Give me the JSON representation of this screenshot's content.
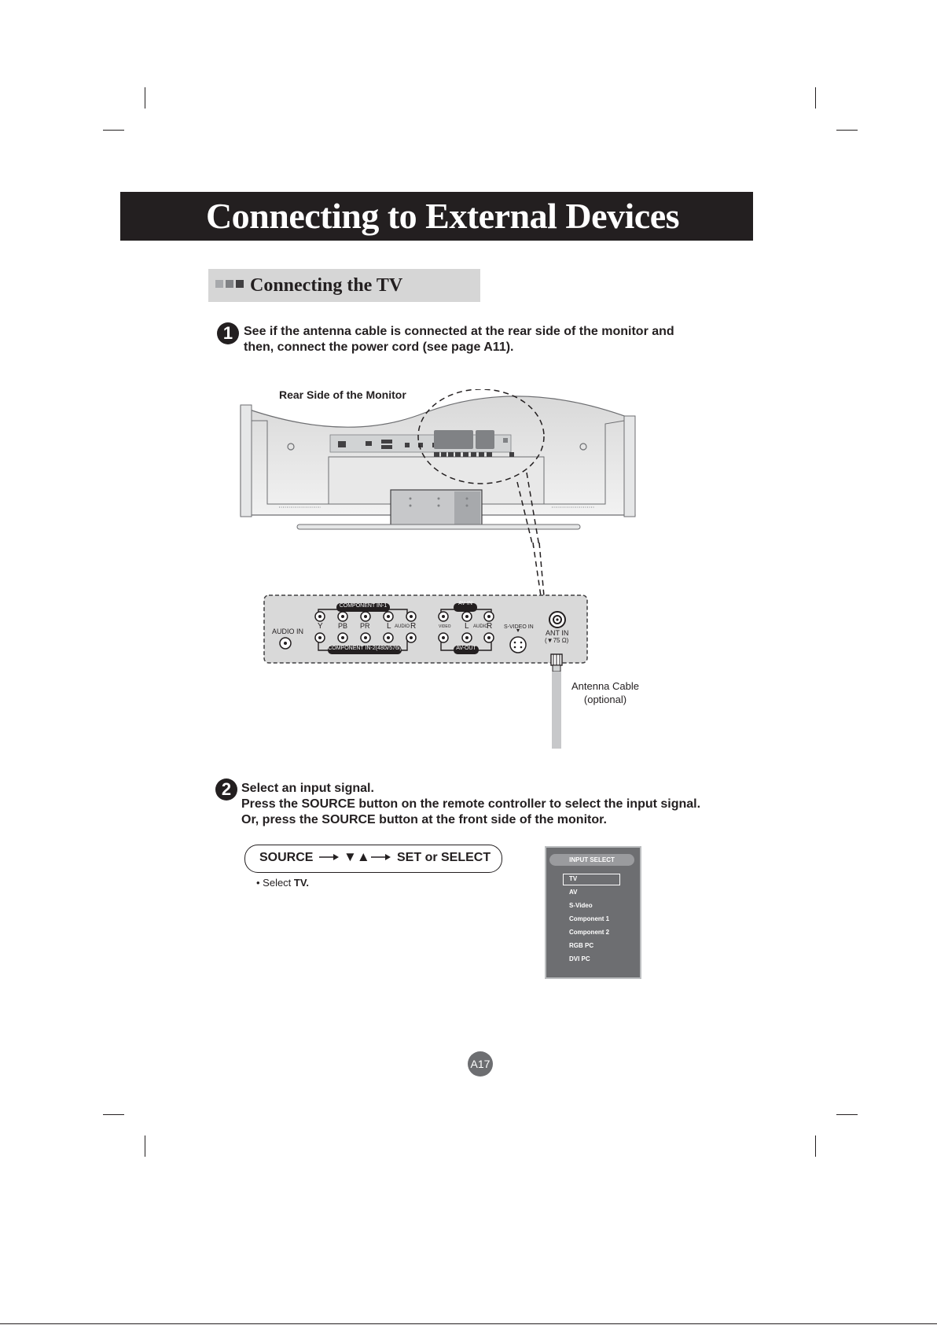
{
  "page_title": "Connecting to External Devices",
  "section_title": "Connecting the TV",
  "step1": {
    "number": "1",
    "line1": "See if the antenna cable is connected at the rear side of the monitor and",
    "line2": "then, connect the power cord (see page A11)."
  },
  "diagram": {
    "rear_label": "Rear Side of the Monitor",
    "panel": {
      "audio_in": "AUDIO IN",
      "component_in_1": "COMPONENT IN-1",
      "component_in_2": "COMPONENT IN-2(480i/576i)",
      "y": "Y",
      "pb": "PB",
      "pr": "PR",
      "l": "L",
      "audio": "AUDIO",
      "r": "R",
      "av_in": "AV-IN",
      "av_out": "AV-OUT",
      "video": "VIDEO",
      "s_video_in": "S-VIDEO IN",
      "ant_in": "ANT IN",
      "ant_ohm": "(▼75 Ω)"
    },
    "antenna_label_1": "Antenna Cable",
    "antenna_label_2": "(optional)"
  },
  "step2": {
    "number": "2",
    "line1": "Select an input signal.",
    "line2": "Press the SOURCE button on the remote controller to select the input signal.",
    "line3": "Or, press the SOURCE button at the front side of the monitor."
  },
  "sequence": {
    "source": "SOURCE",
    "arrows": "▼▲",
    "set": "SET or SELECT"
  },
  "note": {
    "prefix": "• Select",
    "value": "TV."
  },
  "menu": {
    "header": "INPUT SELECT",
    "selected": "TV",
    "items": [
      "TV",
      "AV",
      "S-Video",
      "Component 1",
      "Component 2",
      "RGB PC",
      "DVI PC"
    ]
  },
  "page_number": "A17",
  "colors": {
    "dark": "#231f20",
    "section_bg": "#d6d6d6",
    "menu_bg": "#6d6e71"
  }
}
